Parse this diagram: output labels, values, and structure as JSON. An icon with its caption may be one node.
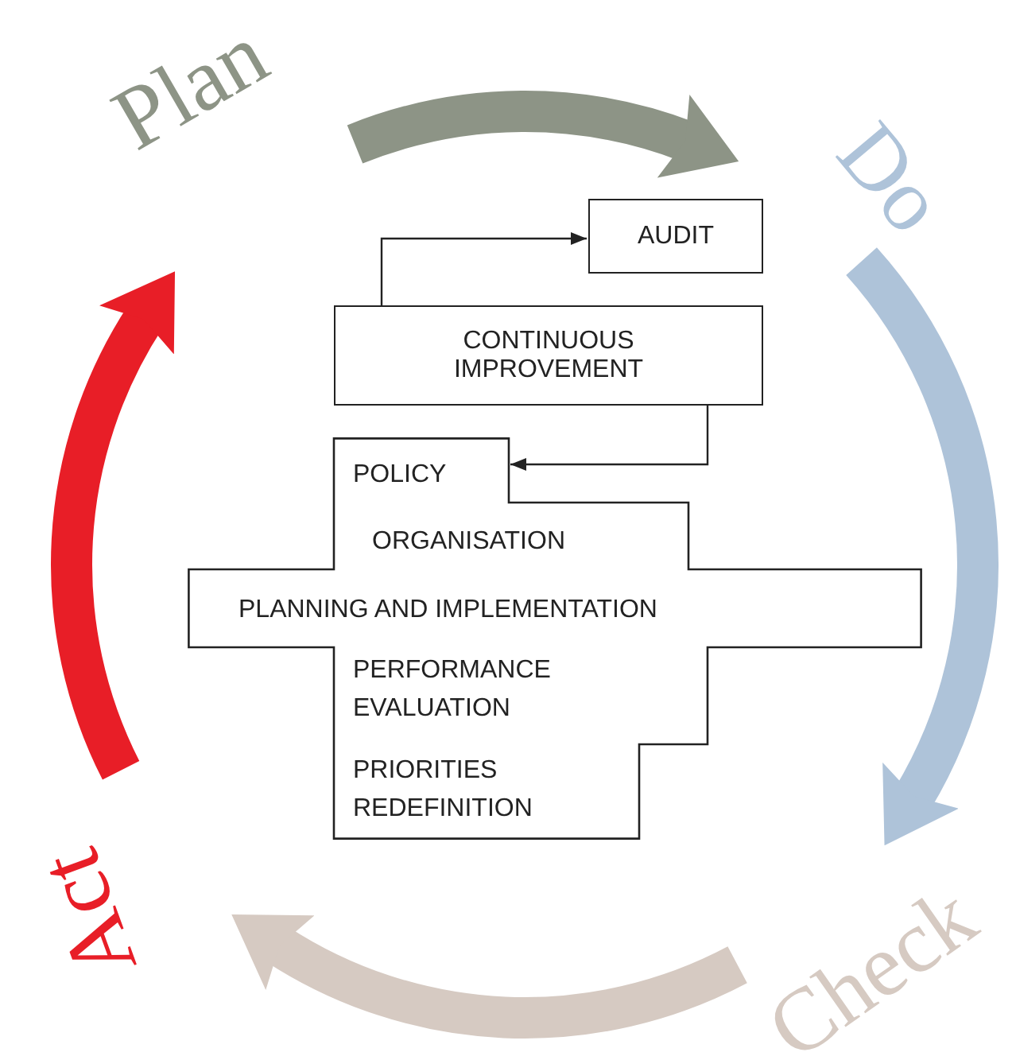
{
  "diagram": {
    "nodes": [
      {
        "text": [
          "Plan"
        ]
      },
      {
        "text": [
          "Do"
        ]
      },
      {
        "text": [
          "Check"
        ]
      },
      {
        "text": [
          "Act"
        ]
      },
      {
        "text": [
          "AUDIT"
        ]
      },
      {
        "text": [
          "CONTINUOUS IMPROVEMENT"
        ]
      },
      {
        "text": [
          "POLICY",
          "ORGANISATION",
          "PLANNING AND IMPLEMENTATION",
          "PERFORMANCE EVALUATION",
          "PRIORITIES REDEFINITION"
        ]
      }
    ],
    "edges": [
      {
        "from": 0,
        "to": 1,
        "arrow": "to",
        "color": "#8d9486"
      },
      {
        "from": 1,
        "to": 2,
        "arrow": "to",
        "color": "#aec3d9"
      },
      {
        "from": 2,
        "to": 3,
        "arrow": "to",
        "color": "#d6cac2"
      },
      {
        "from": 3,
        "to": 0,
        "arrow": "to",
        "color": "#e81e27"
      },
      {
        "from": 5,
        "to": 4,
        "arrow": "to"
      },
      {
        "from": 5,
        "to": 6,
        "arrow": "to"
      }
    ]
  }
}
